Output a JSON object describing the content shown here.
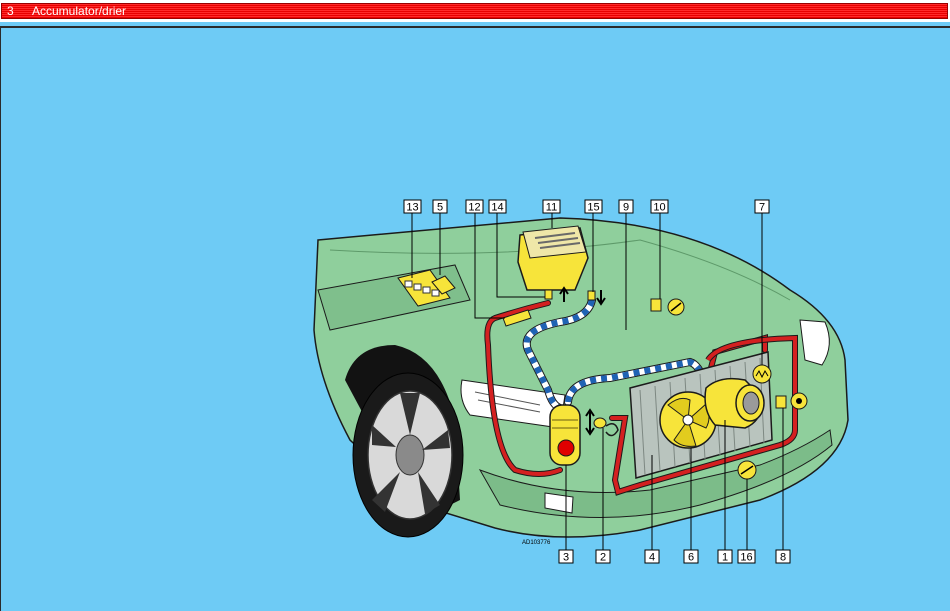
{
  "title": {
    "number": "3",
    "text": "Accumulator/drier"
  },
  "diagram": {
    "reference_code": "AD103776",
    "callouts_top": [
      "13",
      "5",
      "12",
      "14",
      "11",
      "15",
      "9",
      "10",
      "7"
    ],
    "callouts_bottom": [
      "3",
      "2",
      "4",
      "6",
      "1",
      "16",
      "8"
    ]
  },
  "colors": {
    "background": "#6ecbf5",
    "car_body": "#8fcf9c",
    "title_bar": "#e80000",
    "high_pressure_line": "#d42020",
    "low_pressure_line": "#1f63b4",
    "component_yellow": "#f7e43a"
  }
}
